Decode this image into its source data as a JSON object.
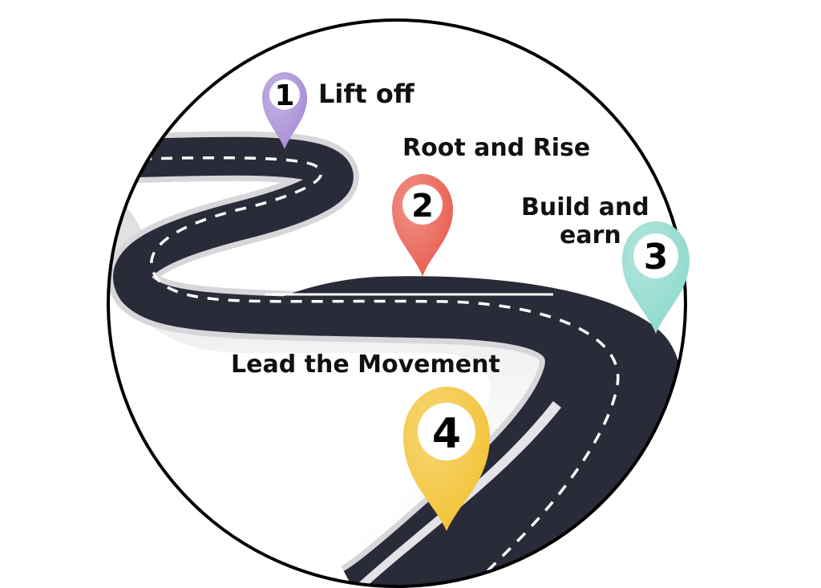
{
  "steps": [
    {
      "number": "1",
      "label": "Lift off",
      "color": "#a48ad4"
    },
    {
      "number": "2",
      "label": "Root and Rise",
      "color": "#e8584a"
    },
    {
      "number": "3",
      "label_lines": [
        "Build and",
        "earn"
      ],
      "color": "#8ad8cc"
    },
    {
      "number": "4",
      "label": "Lead the Movement",
      "color": "#f2c12e"
    }
  ],
  "colors": {
    "road": "#2a2b38",
    "road_edge": "#d7d7db",
    "lane_marking": "#ffffff",
    "circle_border": "#000000"
  }
}
